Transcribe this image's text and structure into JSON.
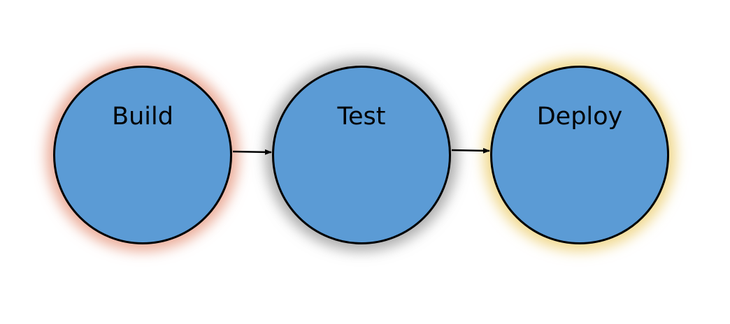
{
  "diagram": {
    "stages": [
      {
        "label": "Build",
        "fill": "#5b9bd5",
        "glow": "#e07a5a"
      },
      {
        "label": "Test",
        "fill": "#5b9bd5",
        "glow": "#7a7a7a"
      },
      {
        "label": "Deploy",
        "fill": "#5b9bd5",
        "glow": "#e8c24a"
      }
    ],
    "arrow_color": "#000000"
  }
}
